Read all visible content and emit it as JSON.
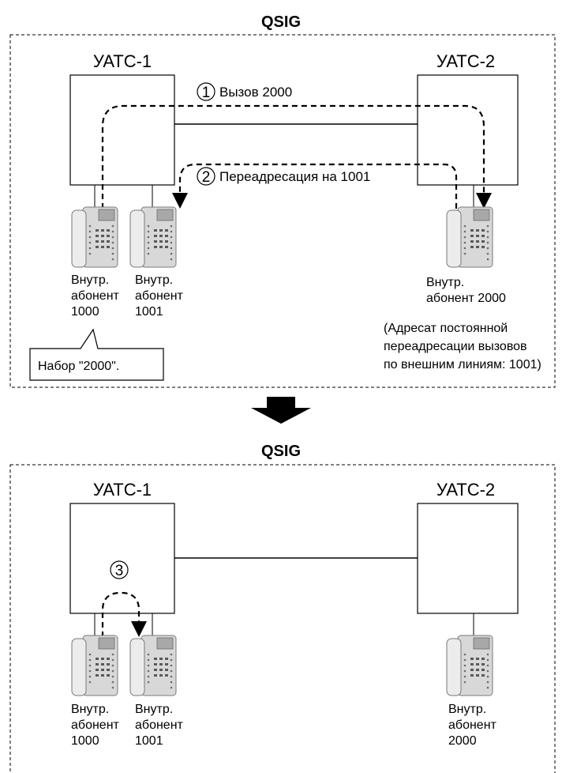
{
  "top": {
    "title": "QSIG",
    "pbx1": "УАТС-1",
    "pbx2": "УАТС-2",
    "call_step1": {
      "num": "1",
      "text": "Вызов 2000"
    },
    "call_step2": {
      "num": "2",
      "text": "Переадресация на 1001"
    },
    "ext1000": [
      "Внутр.",
      "абонент",
      "1000"
    ],
    "ext1001": [
      "Внутр.",
      "абонент",
      "1001"
    ],
    "ext2000": [
      "Внутр.",
      "абонент 2000"
    ],
    "note": [
      "(Адресат постоянной",
      "переадресации вызовов",
      "по внешним линиям: 1001)"
    ],
    "callout": "Набор \"2000\"."
  },
  "bottom": {
    "title": "QSIG",
    "pbx1": "УАТС-1",
    "pbx2": "УАТС-2",
    "call_step3": {
      "num": "3"
    },
    "ext1000": [
      "Внутр.",
      "абонент",
      "1000"
    ],
    "ext1001": [
      "Внутр.",
      "абонент",
      "1001"
    ],
    "ext2000": [
      "Внутр.",
      "абонент",
      "2000"
    ]
  },
  "icons": {
    "phone": "desk-phone-icon",
    "transition": "down-arrow-icon"
  }
}
